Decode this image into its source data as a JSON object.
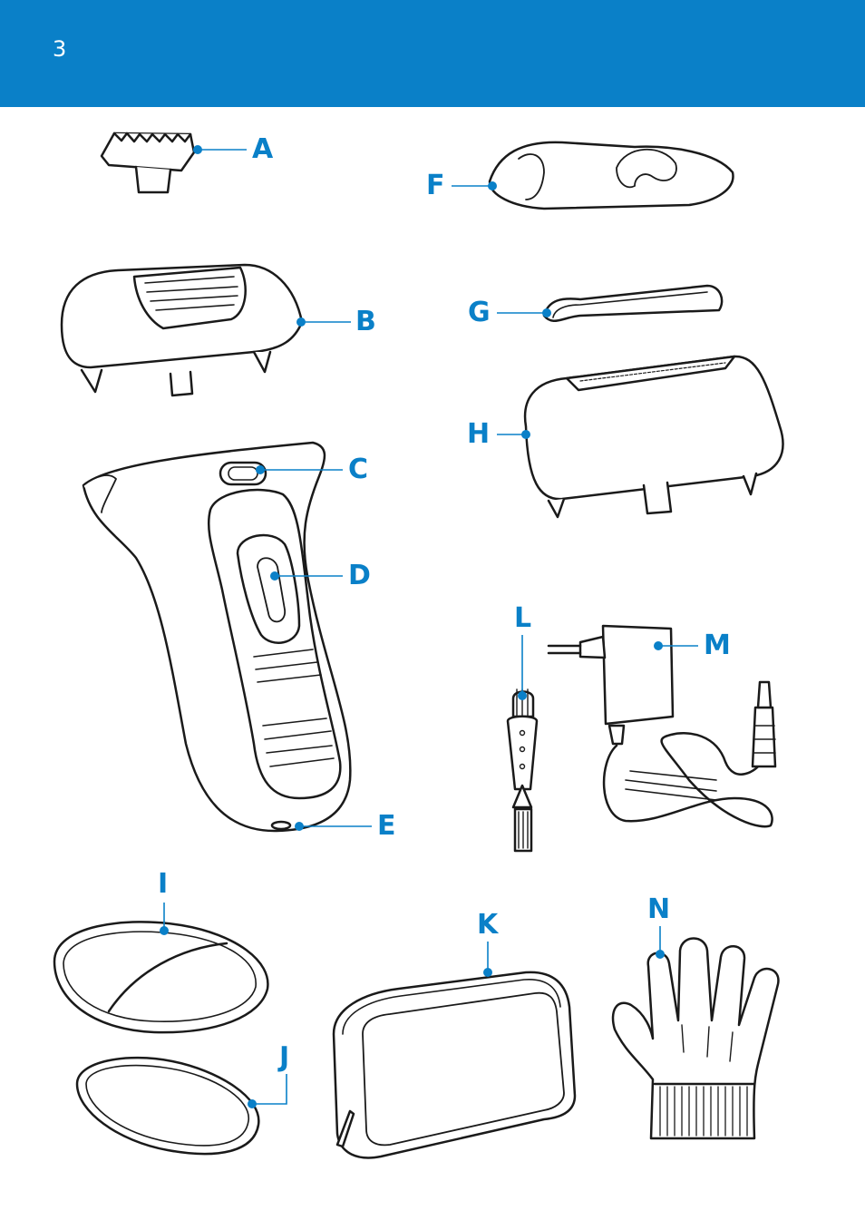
{
  "page": {
    "number": "3"
  },
  "colors": {
    "accent": "#0a80c8",
    "line": "#1a1a1a",
    "fill": "#ffffff"
  },
  "parts": [
    {
      "id": "a",
      "label": "A",
      "icon": "comb-attachment-icon"
    },
    {
      "id": "b",
      "label": "B",
      "icon": "epilating-head-icon"
    },
    {
      "id": "c",
      "label": "C",
      "icon": "on-off-slide-icon"
    },
    {
      "id": "d",
      "label": "D",
      "icon": "release-button-icon"
    },
    {
      "id": "e",
      "label": "E",
      "icon": "socket-icon"
    },
    {
      "id": "f",
      "label": "F",
      "icon": "protection-cap-icon"
    },
    {
      "id": "g",
      "label": "G",
      "icon": "shaving-cap-icon"
    },
    {
      "id": "h",
      "label": "H",
      "icon": "shaving-head-icon"
    },
    {
      "id": "i",
      "label": "I",
      "icon": "exfoliation-mitt-icon"
    },
    {
      "id": "j",
      "label": "J",
      "icon": "massage-sponge-icon"
    },
    {
      "id": "k",
      "label": "K",
      "icon": "pouch-icon"
    },
    {
      "id": "l",
      "label": "L",
      "icon": "cleaning-brush-icon"
    },
    {
      "id": "m",
      "label": "M",
      "icon": "adapter-icon"
    },
    {
      "id": "n",
      "label": "N",
      "icon": "exfoliation-glove-icon"
    }
  ]
}
